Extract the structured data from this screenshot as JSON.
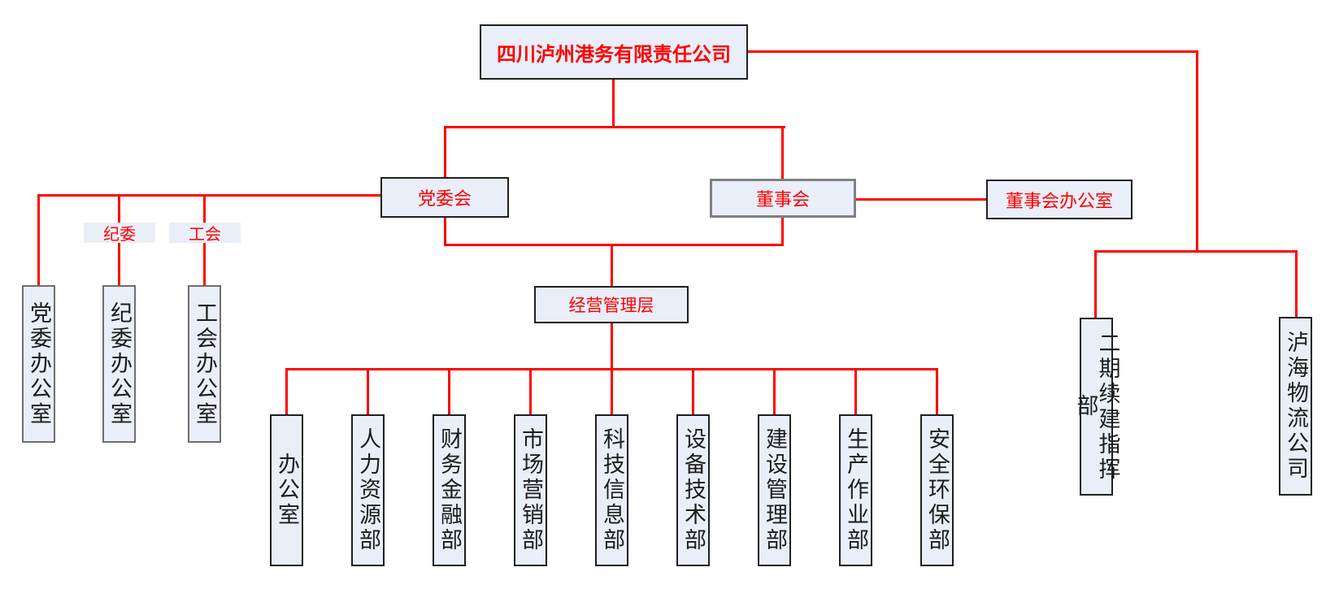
{
  "palette": {
    "line_red": "#ff0000",
    "box_fill": "#e9eef8",
    "red_text": "#ff0000",
    "black_text": "#1c1c1c",
    "dark_border": "#1f1f1f",
    "gray_border": "#808080"
  },
  "org": {
    "root": "四川泸州港务有限责任公司",
    "party_committee": "党委会",
    "board": "董事会",
    "board_office": "董事会办公室",
    "discipline_tag": "纪委",
    "union_tag": "工会",
    "party_office": "党委办公室",
    "discipline_office": "纪委办公室",
    "union_office": "工会办公室",
    "management": "经营管理层",
    "departments": [
      "办公室",
      "人力资源部",
      "财务金融部",
      "市场营销部",
      "科技信息部",
      "设备技术部",
      "建设管理部",
      "生产作业部",
      "安全环保部"
    ],
    "phase2_hq": "二期续建指挥部",
    "logistics_co": "泸海物流公司"
  }
}
